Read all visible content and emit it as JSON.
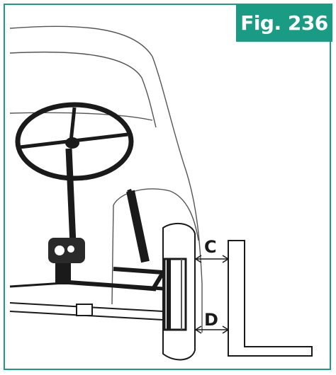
{
  "figure": {
    "label": "Fig. 236",
    "accent_color": "#1a9c84"
  },
  "dimensions": {
    "upper": "C",
    "lower": "D"
  }
}
